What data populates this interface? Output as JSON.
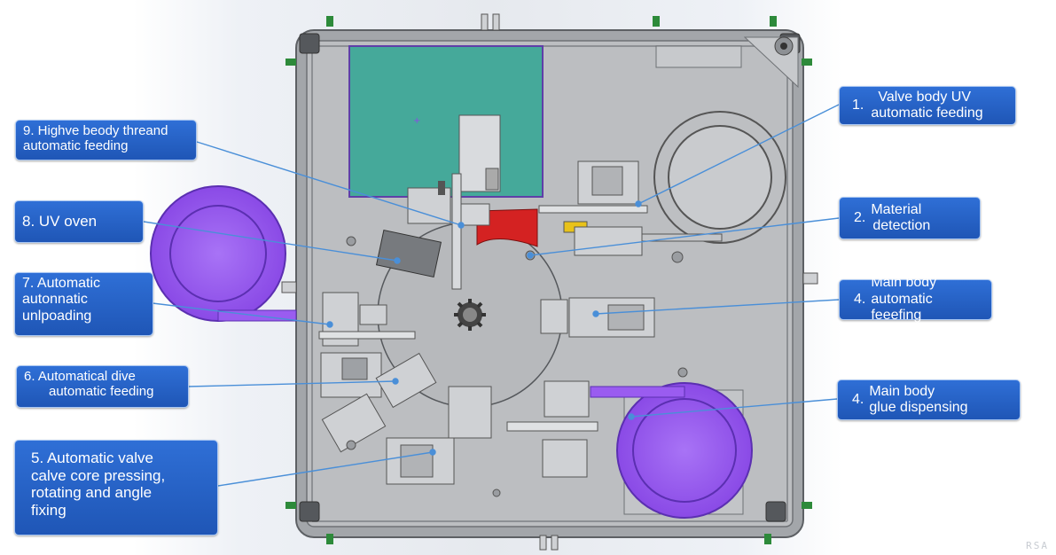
{
  "colors": {
    "box_fill": "#2363c9",
    "box_border": "#a9c7f3",
    "leader_line": "#4a8fd8",
    "plate": "#b9bbbe",
    "frame": "#8d9094",
    "purple_bowl": "#9a5cf0",
    "oven_teal": "#45a99a",
    "red_part": "#d42222",
    "yellow_part": "#e8c21a"
  },
  "labels": {
    "l9": {
      "line1": "9. Highve beody threand",
      "line2": "automatic feeding"
    },
    "l8": {
      "line1": "8. UV oven"
    },
    "l7": {
      "line1": "7. Automatic",
      "line2": "autonnatic",
      "line3": "unlpoading"
    },
    "l6": {
      "line1": "6. Automatical dive",
      "line2": "automatic feeding"
    },
    "l5": {
      "line1": "5. Automatic valve",
      "line2": "calve core pressing,",
      "line3": "rotating and angle",
      "line4": "fixing"
    },
    "l1": {
      "line1": "1.",
      "line2": "Valve body  UV",
      "line3": "automatic feeding"
    },
    "l2": {
      "line1": "2.",
      "line2": "Material",
      "line3": "detection"
    },
    "l4a": {
      "line1": "4.",
      "line2": "Main body",
      "line3": "automatic feeefing"
    },
    "l4b": {
      "line1": "4.",
      "line2": "Main body",
      "line3": "glue dispensing"
    }
  },
  "watermark": "RSA"
}
